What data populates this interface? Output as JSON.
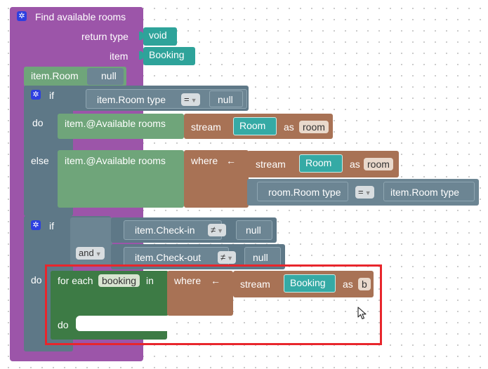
{
  "function": {
    "title": "Find available rooms",
    "return_type_label": "return type",
    "return_type_value": "void",
    "param_label": "item",
    "param_value": "Booking",
    "icon": "gear-icon"
  },
  "assign": {
    "label": "item.Room",
    "value": "null"
  },
  "if1": {
    "keyword": "if",
    "left": "item.Room type",
    "operator": "=",
    "right": "null",
    "do_label": "do",
    "do_collection": "item.@Available rooms",
    "do_stream": "stream",
    "do_type": "Room",
    "do_as": "as",
    "do_var": "room",
    "else_label": "else",
    "else_collection": "item.@Available rooms",
    "else_where": "where",
    "else_arrow": "←",
    "else_stream": "stream",
    "else_type": "Room",
    "else_as": "as",
    "else_var": "room",
    "else_cond_left": "room.Room type",
    "else_cond_op": "=",
    "else_cond_right": "item.Room type"
  },
  "if2": {
    "keyword": "if",
    "cond1_left": "item.Check-in",
    "cond1_op": "≠",
    "cond1_right": "null",
    "join": "and",
    "cond2_left": "item.Check-out",
    "cond2_op": "≠",
    "cond2_right": "null",
    "do_label": "do",
    "foreach_label": "for each",
    "foreach_var": "booking",
    "foreach_in": "in",
    "where": "where",
    "arrow": "←",
    "stream": "stream",
    "stream_type": "Booking",
    "as": "as",
    "as_var": "b",
    "inner_do": "do"
  }
}
